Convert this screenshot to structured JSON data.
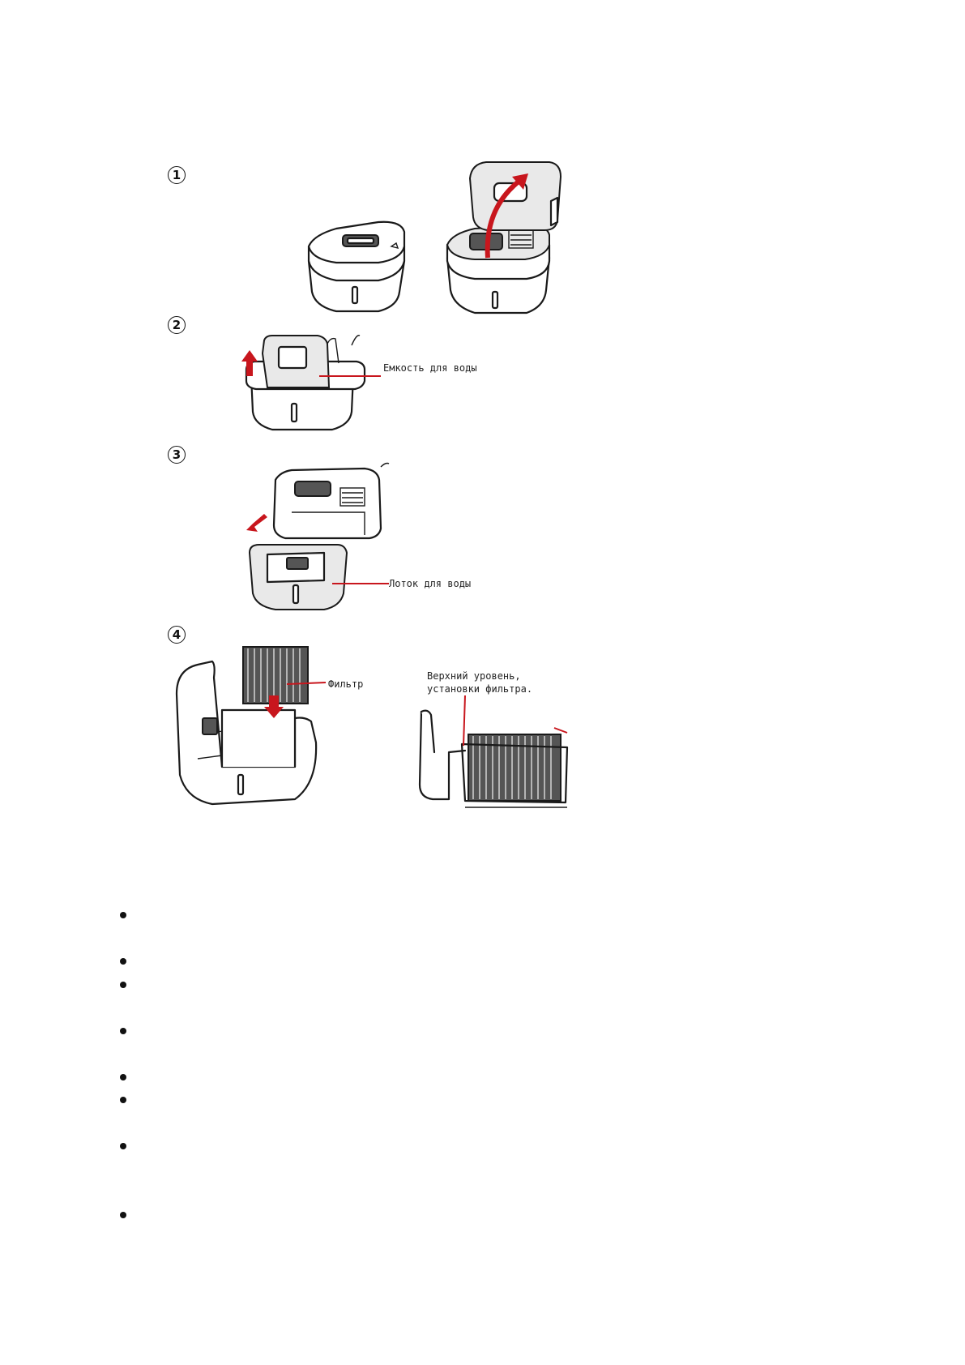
{
  "steps": [
    {
      "number": "1"
    },
    {
      "number": "2",
      "callout": "Емкость для воды"
    },
    {
      "number": "3",
      "callout": "Лоток для воды"
    },
    {
      "number": "4",
      "callout_filter": "Фильтр",
      "callout_level_line1": "Верхний уровень,",
      "callout_level_line2": "установки фильтра."
    }
  ],
  "bullet_count": 8
}
